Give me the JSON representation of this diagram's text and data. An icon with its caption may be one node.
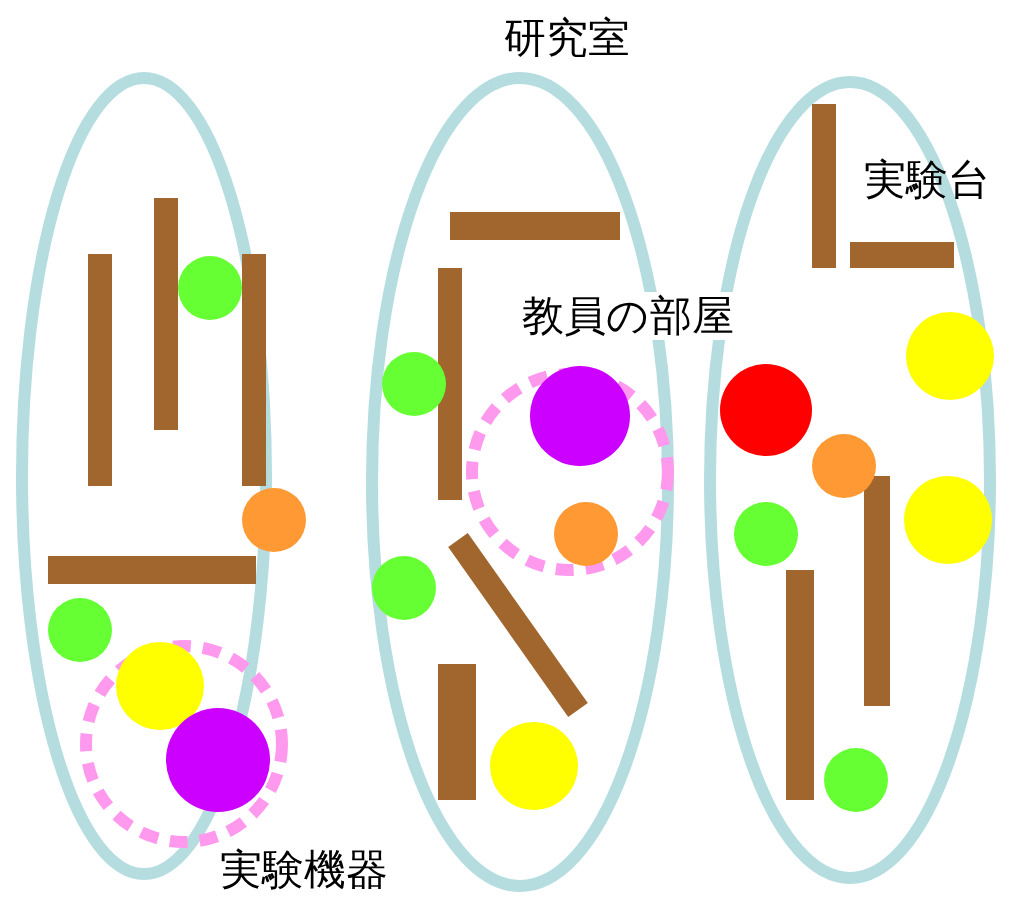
{
  "diagram": {
    "title": "研究室",
    "nodes": [
      {
        "text": [],
        "shape": "ellipse"
      },
      {
        "text": [],
        "shape": "ellipse"
      },
      {
        "text": [],
        "shape": "ellipse"
      },
      {
        "text": [
          "教員の部屋"
        ],
        "in": 1
      },
      {
        "text": [
          "実験機器"
        ],
        "in": 0
      }
    ],
    "labels": [
      "実験台"
    ]
  }
}
